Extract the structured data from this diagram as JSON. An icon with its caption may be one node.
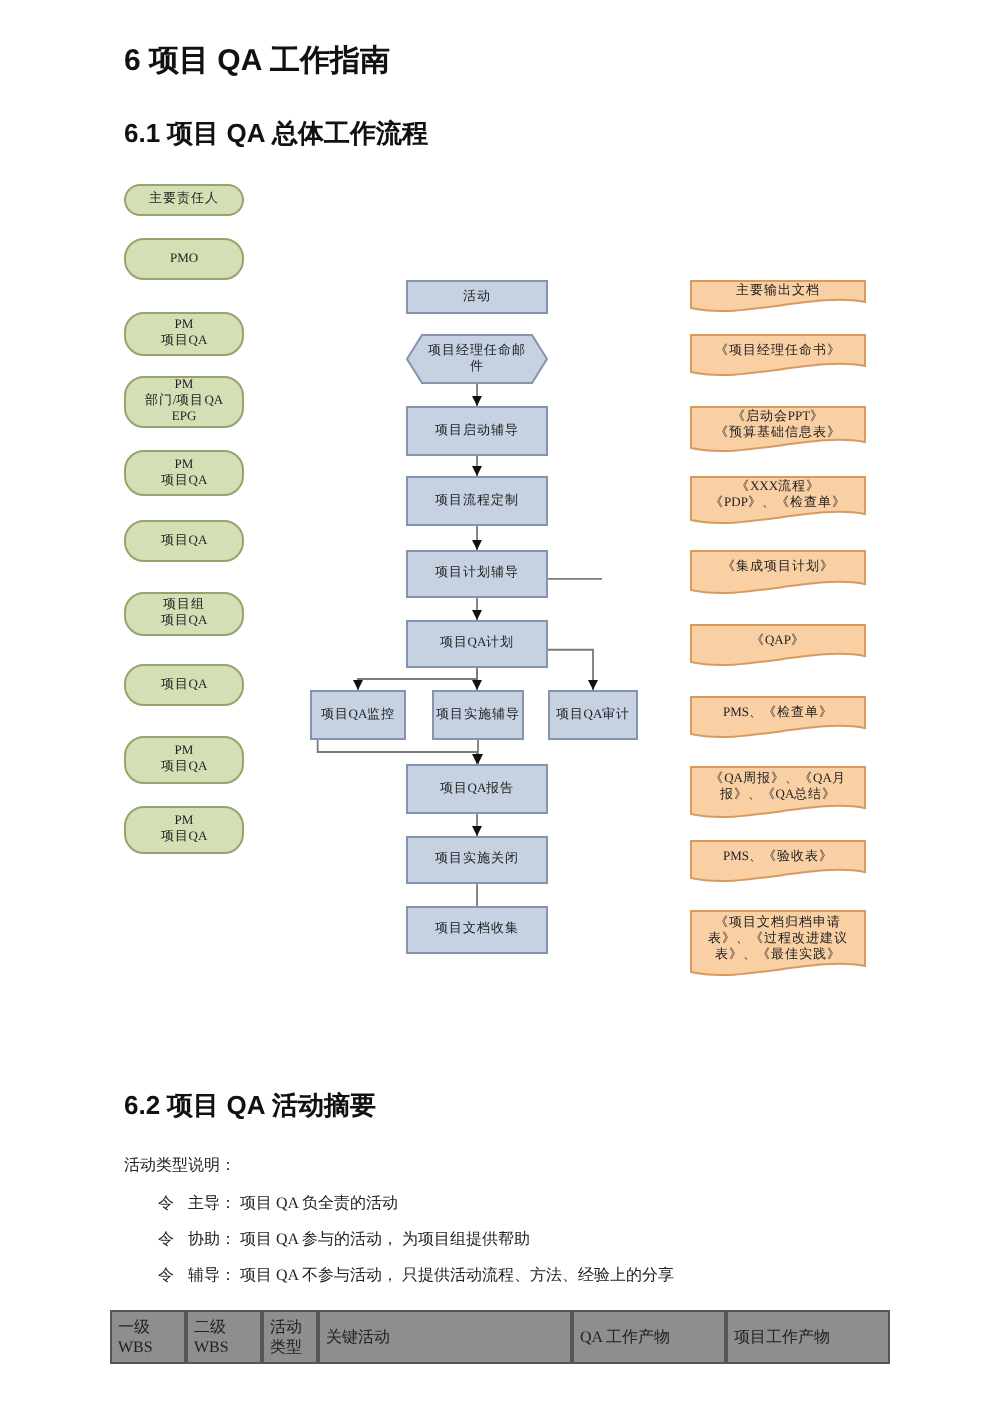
{
  "diagram": {
    "title": "6 项目 QA 工作指南",
    "nodes": [
      {
        "text": [
          "主要责任人"
        ]
      },
      {
        "text": [
          "PMO"
        ]
      },
      {
        "text": [
          "PM",
          "项目QA"
        ]
      },
      {
        "text": [
          "PM",
          "部门/项目QA",
          "EPG"
        ]
      },
      {
        "text": [
          "PM",
          "项目QA"
        ]
      },
      {
        "text": [
          "项目QA"
        ]
      },
      {
        "text": [
          "项目组",
          "项目QA"
        ]
      },
      {
        "text": [
          "项目QA"
        ]
      },
      {
        "text": [
          "PM",
          "项目QA"
        ]
      },
      {
        "text": [
          "PM",
          "项目QA"
        ]
      },
      {
        "text": [
          "活动"
        ]
      },
      {
        "text": [
          "项目经理任命邮件"
        ]
      },
      {
        "text": [
          "项目启动辅导"
        ]
      },
      {
        "text": [
          "项目流程定制"
        ]
      },
      {
        "text": [
          "项目计划辅导"
        ]
      },
      {
        "text": [
          "项目QA计划"
        ]
      },
      {
        "text": [
          "项目QA监控"
        ]
      },
      {
        "text": [
          "项目实施辅导"
        ]
      },
      {
        "text": [
          "项目QA审计"
        ]
      },
      {
        "text": [
          "项目QA报告"
        ]
      },
      {
        "text": [
          "项目实施关闭"
        ]
      },
      {
        "text": [
          "项目文档收集"
        ]
      },
      {
        "text": [
          "主要输出文档"
        ]
      },
      {
        "text": [
          "《项目经理任命书》"
        ]
      },
      {
        "text": [
          "《启动会PPT》",
          "《预算基础信息表》"
        ]
      },
      {
        "text": [
          "《XXX流程》",
          "《PDP》、《检查单》"
        ]
      },
      {
        "text": [
          "《集成项目计划》"
        ]
      },
      {
        "text": [
          "《QAP》"
        ]
      },
      {
        "text": [
          "PMS、《检查单》"
        ]
      },
      {
        "text": [
          "《QA周报》、《QA月报》、《QA总结》"
        ]
      },
      {
        "text": [
          "PMS、《验收表》"
        ]
      },
      {
        "text": [
          "《项目文档归档申请表》、《过程改进建议表》、《最佳实践》"
        ]
      }
    ],
    "edges": [
      {
        "from": 11,
        "to": 12,
        "arrow": "to"
      },
      {
        "from": 12,
        "to": 13,
        "arrow": "to"
      },
      {
        "from": 13,
        "to": 14,
        "arrow": "to"
      },
      {
        "from": 14,
        "to": 15,
        "arrow": "to"
      },
      {
        "from": 15,
        "to": 16,
        "arrow": "to"
      },
      {
        "from": 15,
        "to": 17,
        "arrow": "to"
      },
      {
        "from": 15,
        "to": 18,
        "arrow": "to"
      },
      {
        "from": 16,
        "to": 19,
        "arrow": "to"
      },
      {
        "from": 17,
        "to": 19,
        "arrow": "to"
      },
      {
        "from": 19,
        "to": 20,
        "arrow": "to"
      },
      {
        "from": 20,
        "to": 21,
        "arrow": "none"
      },
      {
        "from": 14,
        "to": null,
        "arrow": "none"
      }
    ],
    "labels": [
      "6.1 项目 QA 总体工作流程",
      "6.2 项目 QA 活动摘要",
      "活动类型说明：",
      "令",
      "主导： 项目 QA 负全责的活动",
      "令",
      "协助： 项目 QA 参与的活动， 为项目组提供帮助",
      "令",
      "辅导： 项目 QA 不参与活动， 只提供活动流程、方法、经验上的分享",
      "一级 WBS",
      "二级 WBS",
      "活动类型",
      "关键活动",
      "QA 工作产物",
      "项目工作产物"
    ]
  }
}
